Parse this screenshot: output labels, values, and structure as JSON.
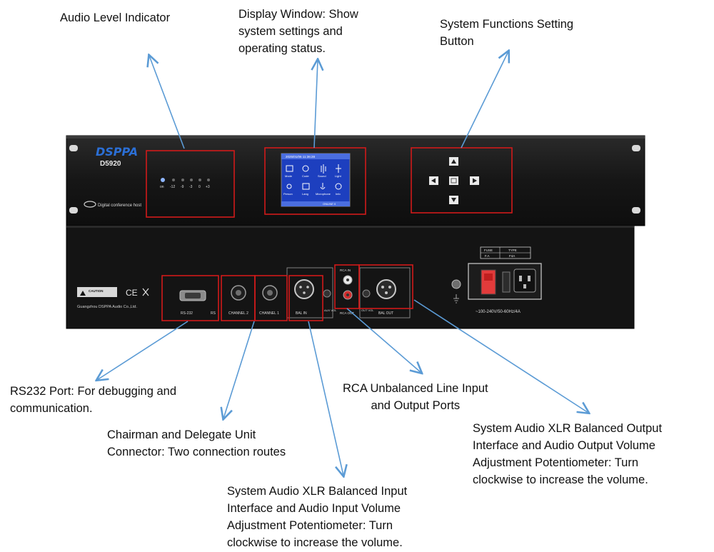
{
  "callouts": {
    "level": "Audio Level Indicator",
    "display": "Display Window: Show\nsystem settings and\noperating status.",
    "system": "System Functions Setting\nButton",
    "rs232": "RS232 Port: For debugging and\ncommunication.",
    "connector": "Chairman and Delegate Unit\nConnector: Two connection routes",
    "xlr_in": "System Audio XLR Balanced Input\nInterface and Audio Input Volume\nAdjustment Potentiometer: Turn\nclockwise to increase the volume.",
    "rca": "RCA Unbalanced Line Input\nand Output Ports",
    "xlr_out": "System Audio XLR Balanced Output\nInterface and Audio Output Volume\nAdjustment Potentiometer: Turn\nclockwise to increase the volume."
  },
  "front_panel": {
    "brand": "DSPPA",
    "model": "D5920",
    "subtitle": "Digital conference host",
    "level_labels": [
      "on",
      "-12",
      "-9",
      "-3",
      "0",
      "+3"
    ],
    "screen_header": "2025/01/06 11:36:28",
    "screen_icons": [
      "Mode",
      "Code",
      "Sound",
      "Light",
      "Person",
      "Lang",
      "Microphone",
      "Info"
    ],
    "screen_footer": "ONLINE 0"
  },
  "rear_panel": {
    "caution": "CAUTION",
    "company": "Guangzhou DSPPA Audio Co.,Ltd.",
    "ce_marks": "CE",
    "port_labels": [
      "RS-232",
      "RS",
      "CHANNEL 2",
      "CHANNEL 1",
      "BAL IN",
      "AUX VOL",
      "RCA IN",
      "RCA OUT",
      "BAL OUT",
      "OUT VOL"
    ],
    "fuse_header": [
      "FUSE",
      "TYPE"
    ],
    "fuse_values": [
      "F.A",
      "F4A"
    ],
    "power_label": "~100-240V/50-60Hz/4A"
  },
  "colors": {
    "highlight": "#d11a1a",
    "arrow": "#5b9bd5",
    "chassis": "#141414",
    "screen": "#1d3fbf"
  }
}
